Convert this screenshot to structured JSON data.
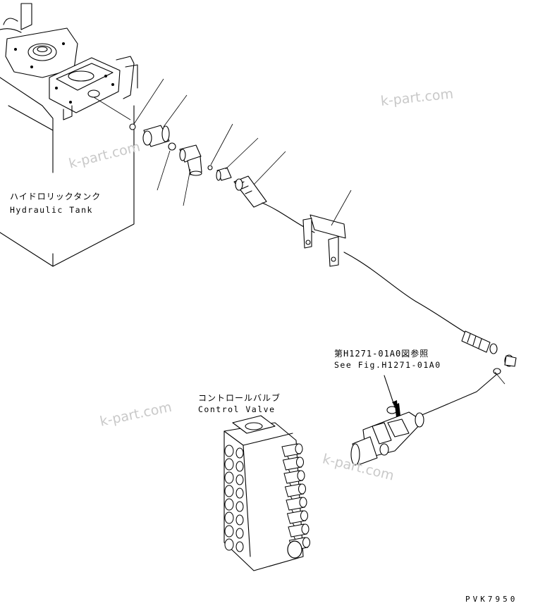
{
  "labels": {
    "tank_jp": "ハイドロリックタンク",
    "tank_en": "Hydraulic Tank",
    "valve_jp": "コントロールバルブ",
    "valve_en": "Control Valve",
    "ref_jp": "第H1271-01A0図参照",
    "ref_en": "See Fig.H1271-01A0"
  },
  "watermarks": [
    "k-part.com",
    "k-part.com",
    "k-part.com",
    "k-part.com"
  ],
  "drawing_code": "PVK7950"
}
